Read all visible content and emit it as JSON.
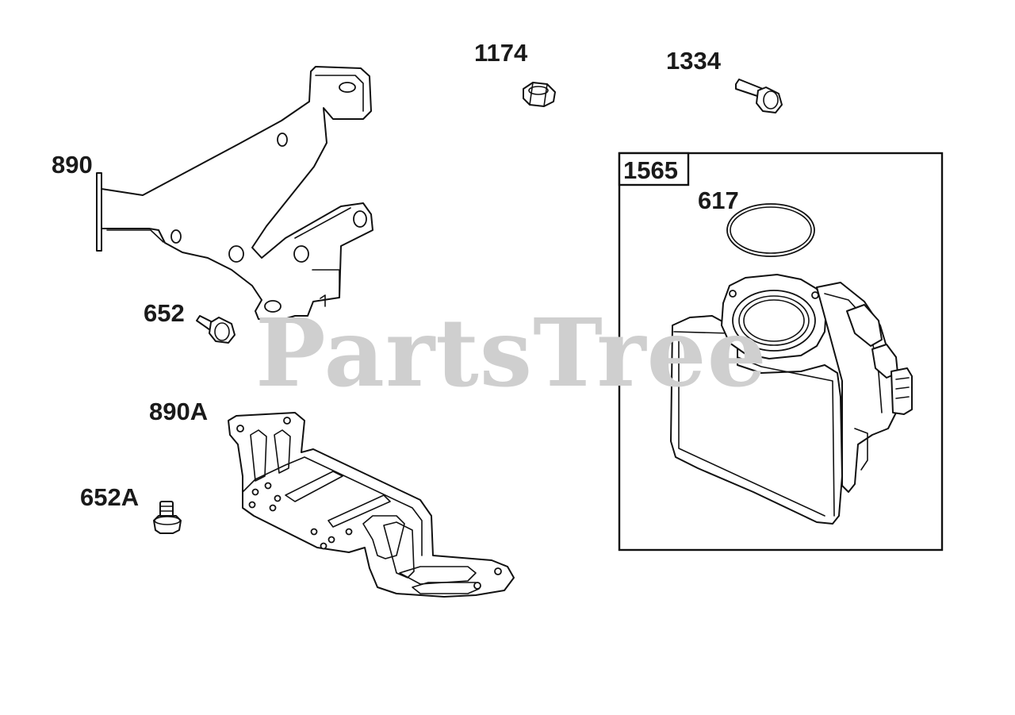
{
  "callouts": {
    "c890": "890",
    "c1174": "1174",
    "c1334": "1334",
    "c1565": "1565",
    "c617": "617",
    "c652": "652",
    "c890A": "890A",
    "c652A": "652A"
  },
  "watermark": "PartsTree",
  "colors": {
    "line": "#111111",
    "watermark": "#cfcfcf",
    "background": "#ffffff"
  }
}
